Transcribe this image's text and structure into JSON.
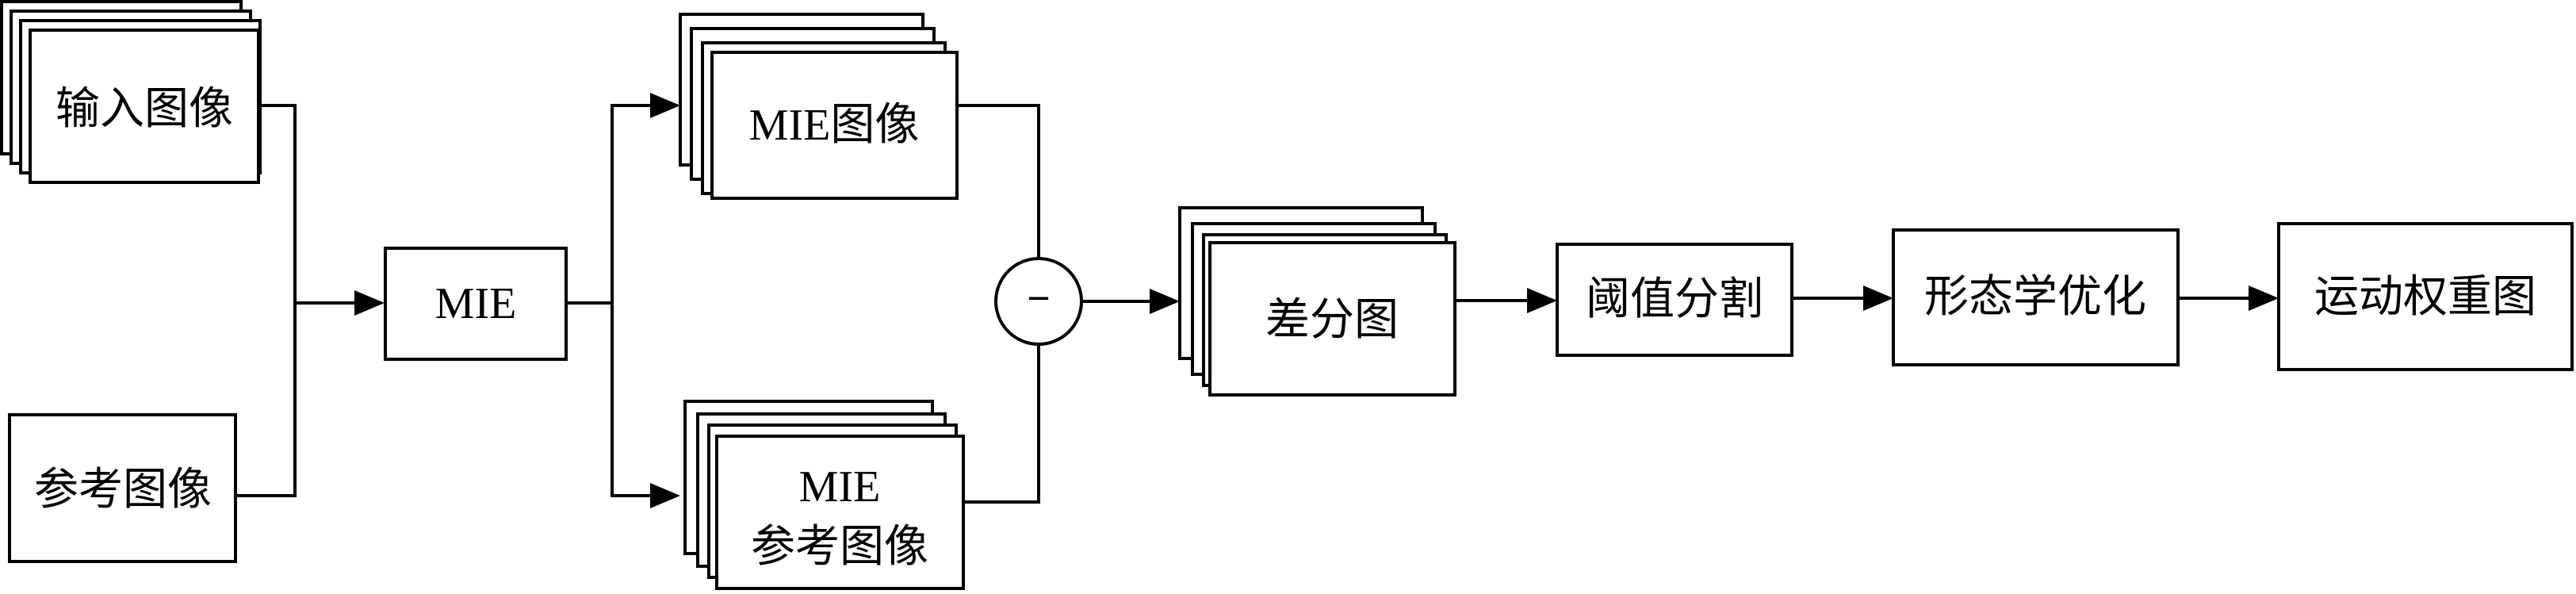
{
  "diagram": {
    "nodes": {
      "input_image": "输入图像",
      "reference_image": "参考图像",
      "mie": "MIE",
      "mie_image": "MIE图像",
      "mie_ref_line1": "MIE",
      "mie_ref_line2": "参考图像",
      "subtract_op": "−",
      "difference_map": "差分图",
      "threshold_seg": "阈值分割",
      "morph_opt": "形态学优化",
      "motion_weight_map": "运动权重图"
    }
  }
}
